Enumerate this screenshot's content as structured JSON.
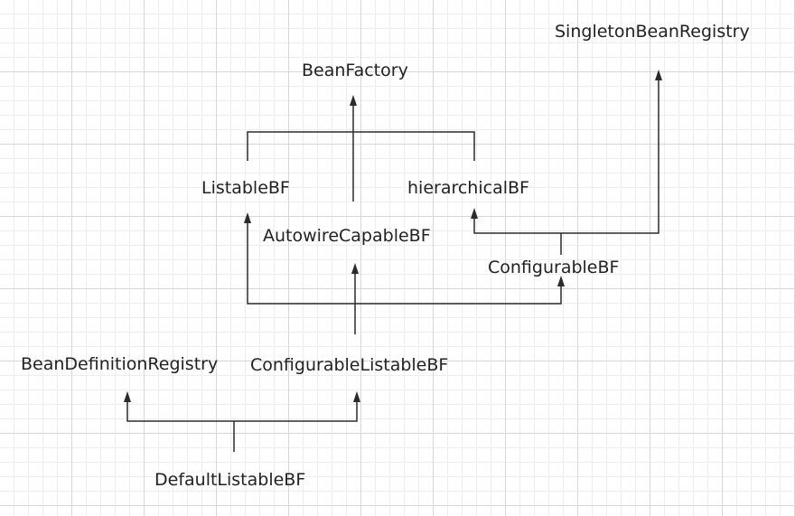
{
  "nodes": {
    "singleton_bean_registry": "SingletonBeanRegistry",
    "bean_factory": "BeanFactory",
    "listable_bf": "ListableBF",
    "hierarchical_bf": "hierarchicalBF",
    "autowire_capable_bf": "AutowireCapableBF",
    "configurable_bf": "ConfigurableBF",
    "bean_definition_registry": "BeanDefinitionRegistry",
    "configurable_listable_bf": "ConfigurableListableBF",
    "default_listable_bf": "DefaultListableBF"
  },
  "colors": {
    "line": "#2b2b2b",
    "text": "#222222",
    "grid": "#d6d6d6"
  }
}
